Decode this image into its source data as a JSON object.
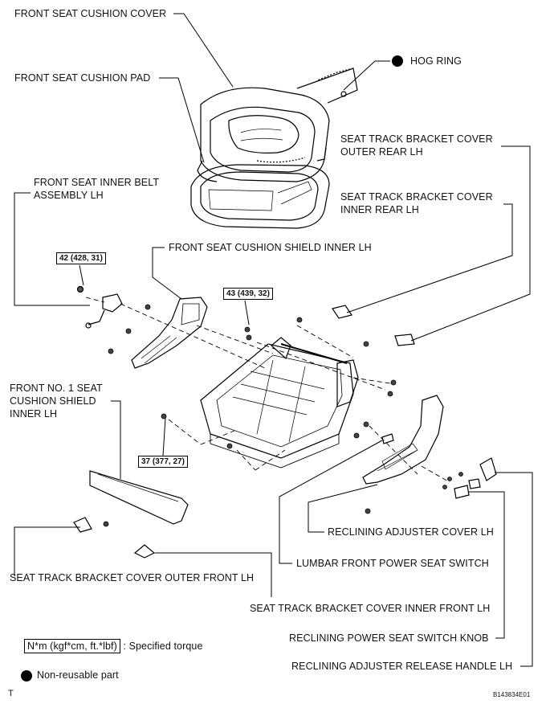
{
  "labels": {
    "cushion_cover": "FRONT SEAT CUSHION COVER",
    "cushion_pad": "FRONT SEAT CUSHION PAD",
    "hog_ring": "HOG RING",
    "track_cover_outer_rear_1": "SEAT TRACK BRACKET COVER",
    "track_cover_outer_rear_2": "OUTER REAR LH",
    "belt_1": "FRONT SEAT INNER BELT",
    "belt_2": "ASSEMBLY LH",
    "track_cover_inner_rear_1": "SEAT TRACK BRACKET COVER",
    "track_cover_inner_rear_2": "INNER REAR LH",
    "shield_inner": "FRONT SEAT CUSHION SHIELD INNER LH",
    "no1_shield_1": "FRONT NO. 1 SEAT",
    "no1_shield_2": "CUSHION SHIELD",
    "no1_shield_3": "INNER LH",
    "recl_cover": "RECLINING ADJUSTER COVER LH",
    "lumbar_switch": "LUMBAR FRONT POWER SEAT SWITCH",
    "track_cover_outer_front": "SEAT TRACK BRACKET COVER OUTER FRONT LH",
    "track_cover_inner_front": "SEAT TRACK BRACKET COVER INNER FRONT LH",
    "recl_knob": "RECLINING POWER SEAT SWITCH KNOB",
    "recl_handle": "RECLINING ADJUSTER RELEASE HANDLE LH"
  },
  "torques": {
    "t1": "42 (428, 31)",
    "t2": "43 (439, 32)",
    "t3": "37 (377, 27)"
  },
  "legend": {
    "torque_unit": "N*m (kgf*cm, ft.*lbf)",
    "torque_text": ": Specified torque",
    "nonreusable": "Non-reusable part"
  },
  "footer": {
    "left": "T",
    "code": "B143834E01"
  }
}
